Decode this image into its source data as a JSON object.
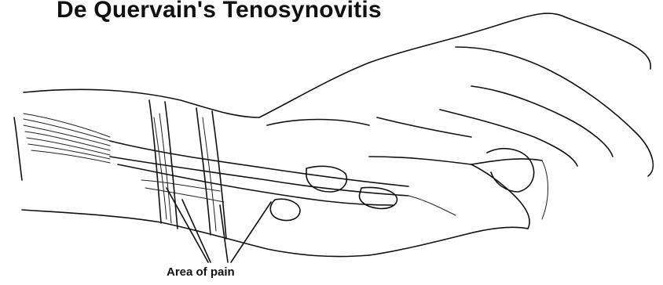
{
  "title": "De Quervain's Tenosynovitis",
  "labels": {
    "pain_area": "Area of pain"
  },
  "illustration": {
    "subject": "hand-and-wrist-line-drawing",
    "ink_color": "#111111",
    "background": "#ffffff"
  }
}
